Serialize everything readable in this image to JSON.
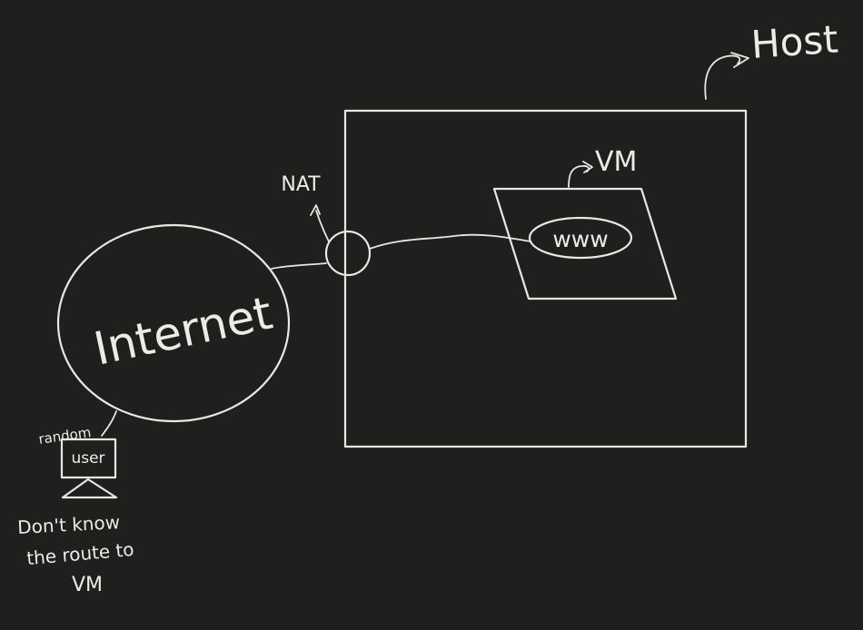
{
  "labels": {
    "host": "Host",
    "vm": "VM",
    "www": "www",
    "nat": "NAT",
    "internet": "Internet",
    "random": "random",
    "user": "user",
    "note_line1": "Don't know",
    "note_line2": "the route to",
    "note_line3": "VM"
  },
  "colors": {
    "background": "#201f1e",
    "ink": "#e9e7e2"
  }
}
